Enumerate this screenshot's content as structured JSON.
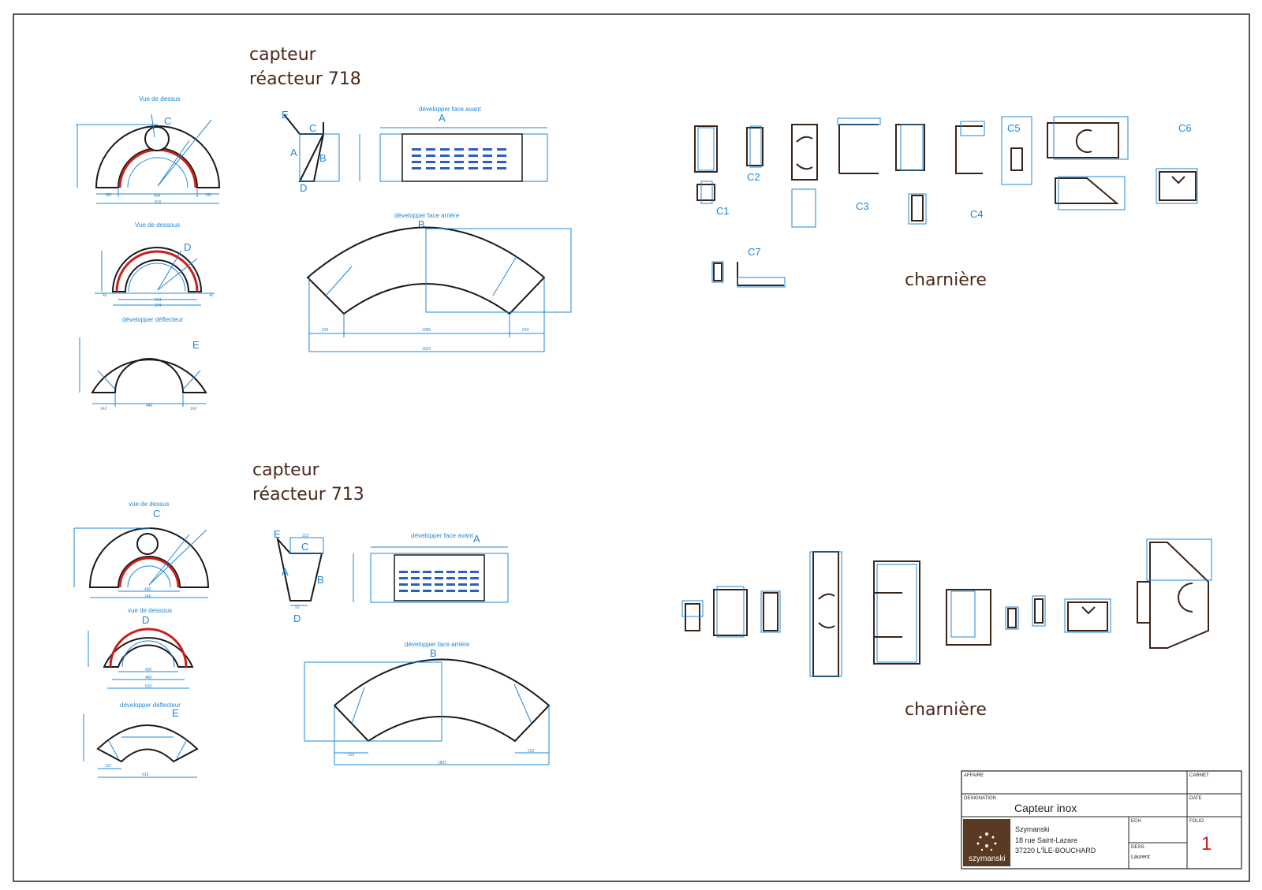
{
  "top": {
    "title_line1": "capteur",
    "title_line2": "réacteur 718",
    "vue_dessus": "Vue de dessus",
    "vue_dessous": "Vue de dessous",
    "dev_deflecteur": "développer déflecteur",
    "dev_avant": "développer face avant",
    "dev_arriere": "développer face arrière",
    "charniere": "charnière",
    "labels": {
      "A": "A",
      "B": "B",
      "C": "C",
      "D": "D",
      "E": "E"
    },
    "parts": {
      "C1": "C1",
      "C2": "C2",
      "C3": "C3",
      "C4": "C4",
      "C5": "C5",
      "C6": "C6",
      "C7": "C7"
    },
    "dims": {
      "d150a": "150",
      "d494": "494",
      "d150b": "150",
      "d810": "810",
      "d45a": "45",
      "d314": "314",
      "d45b": "45",
      "d374": "374",
      "d142a": "142",
      "d440": "440",
      "d142b": "142",
      "d224a": "224",
      "d1085": "1085",
      "d224b": "224",
      "d1533": "1533"
    }
  },
  "bottom": {
    "title_line1": "capteur",
    "title_line2": "réacteur 713",
    "vue_dessus": "vue de dessus",
    "vue_dessous": "vue de dessous",
    "dev_deflecteur": "développer déflecteur",
    "dev_avant": "développer face avant",
    "dev_arriere": "développer face arrière",
    "charniere": "charnière",
    "labels": {
      "A": "A",
      "B": "B",
      "C": "C",
      "D": "D",
      "E": "E"
    },
    "dims": {
      "d746": "746",
      "d430": "430",
      "d480": "480",
      "d510": "510",
      "d137": "137",
      "d619": "619",
      "d223a": "223",
      "d223b": "223",
      "d1801": "1801",
      "d313": "313",
      "d93": "93"
    }
  },
  "title_block": {
    "affaire_label": "AFFAIRE",
    "carnet_label": "CARNET",
    "designation_label": "DESIGNATION",
    "date_label": "DATE",
    "designation": "Capteur inox",
    "company": "Szymanski",
    "address1": "18 rue Saint-Lazare",
    "address2": "37220 L'ÎLE-BOUCHARD",
    "ech_label": "ECH",
    "folio_label": "FOLIO",
    "dess_label": "DESS.",
    "dess_value": "Laurent",
    "folio_value": "1",
    "logo_text": "szymanski"
  }
}
